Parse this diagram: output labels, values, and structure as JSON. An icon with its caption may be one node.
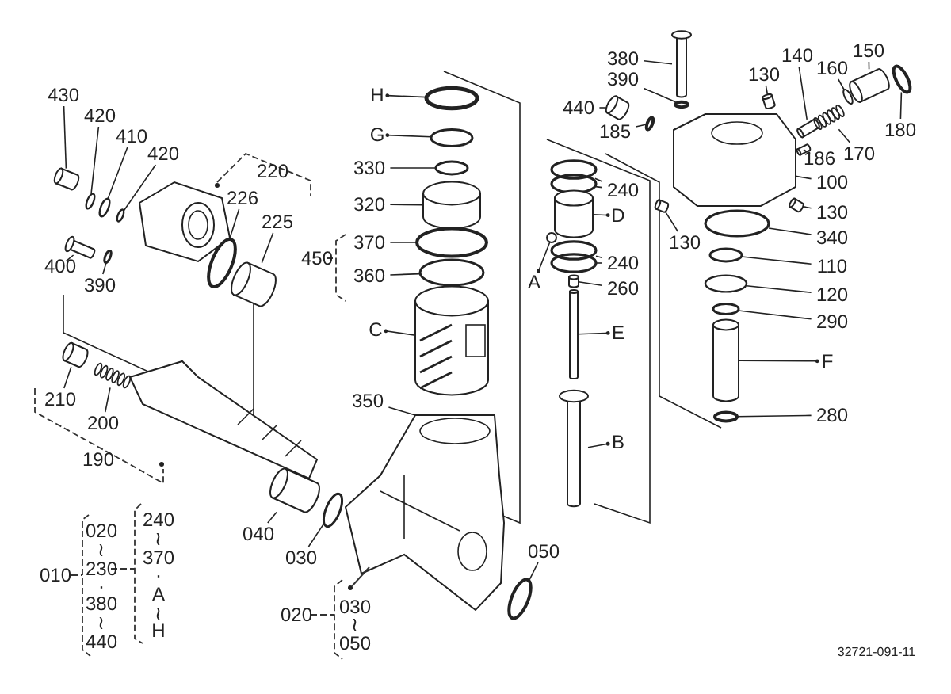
{
  "diagram": {
    "nodes": [
      {
        "text": [
          "430"
        ]
      },
      {
        "text": [
          "420"
        ]
      },
      {
        "text": [
          "410"
        ]
      },
      {
        "text": [
          "420"
        ]
      },
      {
        "text": [
          "226"
        ]
      },
      {
        "text": [
          "225"
        ]
      },
      {
        "text": [
          "400"
        ]
      },
      {
        "text": [
          "390"
        ]
      },
      {
        "text": [
          "210"
        ]
      },
      {
        "text": [
          "200"
        ]
      },
      {
        "text": [
          "H"
        ]
      },
      {
        "text": [
          "G"
        ]
      },
      {
        "text": [
          "330"
        ]
      },
      {
        "text": [
          "320"
        ]
      },
      {
        "text": [
          "370"
        ]
      },
      {
        "text": [
          "360"
        ]
      },
      {
        "text": [
          "C"
        ]
      },
      {
        "text": [
          "350"
        ]
      },
      {
        "text": [
          "040"
        ]
      },
      {
        "text": [
          "030"
        ]
      },
      {
        "text": [
          "050"
        ]
      },
      {
        "text": [
          "440"
        ]
      },
      {
        "text": [
          "185"
        ]
      },
      {
        "text": [
          "380"
        ]
      },
      {
        "text": [
          "390"
        ]
      },
      {
        "text": [
          "130"
        ]
      },
      {
        "text": [
          "140"
        ]
      },
      {
        "text": [
          "160"
        ]
      },
      {
        "text": [
          "150"
        ]
      },
      {
        "text": [
          "180"
        ]
      },
      {
        "text": [
          "186"
        ]
      },
      {
        "text": [
          "170"
        ]
      },
      {
        "text": [
          "100"
        ]
      },
      {
        "text": [
          "130"
        ]
      },
      {
        "text": [
          "130"
        ]
      },
      {
        "text": [
          "340"
        ]
      },
      {
        "text": [
          "110"
        ]
      },
      {
        "text": [
          "120"
        ]
      },
      {
        "text": [
          "290"
        ]
      },
      {
        "text": [
          "F"
        ]
      },
      {
        "text": [
          "280"
        ]
      },
      {
        "text": [
          "240"
        ]
      },
      {
        "text": [
          "D"
        ]
      },
      {
        "text": [
          "A"
        ]
      },
      {
        "text": [
          "240"
        ]
      },
      {
        "text": [
          "260"
        ]
      },
      {
        "text": [
          "E"
        ]
      },
      {
        "text": [
          "B"
        ]
      },
      {
        "text": [],
        "shape": "cylinder"
      },
      {
        "text": [],
        "shape": "ring"
      },
      {
        "text": [],
        "shape": "ring"
      },
      {
        "text": [],
        "shape": "ring"
      },
      {
        "text": [],
        "shape": "ring"
      },
      {
        "text": [],
        "shape": "cylinder"
      },
      {
        "text": [],
        "shape": "bolt"
      },
      {
        "text": [],
        "shape": "ring"
      },
      {
        "text": [],
        "shape": "cylinder"
      },
      {
        "text": [],
        "shape": "spring"
      },
      {
        "text": [],
        "shape": "ring"
      },
      {
        "text": [],
        "shape": "ring"
      },
      {
        "text": [],
        "shape": "ring"
      },
      {
        "text": [],
        "shape": "cylinder"
      },
      {
        "text": [],
        "shape": "ring"
      },
      {
        "text": [],
        "shape": "ring"
      },
      {
        "text": [],
        "shape": "piston"
      },
      {
        "text": [],
        "shape": "housing"
      },
      {
        "text": [],
        "shape": "cylinder"
      },
      {
        "text": [],
        "shape": "ring"
      },
      {
        "text": [],
        "shape": "ring"
      },
      {
        "text": [],
        "shape": "cylinder"
      },
      {
        "text": [],
        "shape": "ring"
      },
      {
        "text": [],
        "shape": "bolt"
      },
      {
        "text": [],
        "shape": "ring"
      },
      {
        "text": [],
        "shape": "cylinder"
      },
      {
        "text": [],
        "shape": "cylinder"
      },
      {
        "text": [],
        "shape": "ring"
      },
      {
        "text": [],
        "shape": "cylinder"
      },
      {
        "text": [],
        "shape": "ring"
      },
      {
        "text": [],
        "shape": "cylinder"
      },
      {
        "text": [],
        "shape": "spring"
      },
      {
        "text": [],
        "shape": "housing"
      },
      {
        "text": [],
        "shape": "cylinder"
      },
      {
        "text": [],
        "shape": "cylinder"
      },
      {
        "text": [],
        "shape": "ring"
      },
      {
        "text": [],
        "shape": "ring"
      },
      {
        "text": [],
        "shape": "ring"
      },
      {
        "text": [],
        "shape": "ring"
      },
      {
        "text": [],
        "shape": "cylinder"
      },
      {
        "text": [],
        "shape": "ring"
      },
      {
        "text": [],
        "shape": "ring"
      },
      {
        "text": [],
        "shape": "ring"
      },
      {
        "text": [],
        "shape": "cylinder"
      },
      {
        "text": [],
        "shape": "circle"
      },
      {
        "text": [],
        "shape": "ring"
      },
      {
        "text": [],
        "shape": "ring"
      },
      {
        "text": [],
        "shape": "cylinder"
      },
      {
        "text": [],
        "shape": "cylinder"
      },
      {
        "text": [],
        "shape": "bolt"
      }
    ],
    "edges": [
      {
        "from": 0,
        "to": 48,
        "arrow": "none"
      },
      {
        "from": 1,
        "to": 49,
        "arrow": "none"
      },
      {
        "from": 2,
        "to": 50,
        "arrow": "none"
      },
      {
        "from": 3,
        "to": 51,
        "arrow": "none"
      },
      {
        "from": 4,
        "to": 52,
        "arrow": "none"
      },
      {
        "from": 5,
        "to": 53,
        "arrow": "none"
      },
      {
        "from": 6,
        "to": 54,
        "arrow": "none"
      },
      {
        "from": 7,
        "to": 55,
        "arrow": "none"
      },
      {
        "from": 8,
        "to": 56,
        "arrow": "none"
      },
      {
        "from": 9,
        "to": 57,
        "arrow": "none"
      },
      {
        "from": 10,
        "to": 58,
        "arrow": "other"
      },
      {
        "from": 11,
        "to": 59,
        "arrow": "other"
      },
      {
        "from": 12,
        "to": 60,
        "arrow": "none"
      },
      {
        "from": 13,
        "to": 61,
        "arrow": "none"
      },
      {
        "from": 14,
        "to": 62,
        "arrow": "none"
      },
      {
        "from": 15,
        "to": 63,
        "arrow": "none"
      },
      {
        "from": 16,
        "to": 64,
        "arrow": "other"
      },
      {
        "from": 17,
        "to": 65,
        "arrow": "none"
      },
      {
        "from": 18,
        "to": 66,
        "arrow": "none"
      },
      {
        "from": 19,
        "to": 67,
        "arrow": "none"
      },
      {
        "from": 20,
        "to": 68,
        "arrow": "none"
      },
      {
        "from": 21,
        "to": 69,
        "arrow": "none"
      },
      {
        "from": 22,
        "to": 70,
        "arrow": "none"
      },
      {
        "from": 23,
        "to": 71,
        "arrow": "none"
      },
      {
        "from": 24,
        "to": 72,
        "arrow": "none"
      },
      {
        "from": 25,
        "to": 73,
        "arrow": "none"
      },
      {
        "from": 26,
        "to": 74,
        "arrow": "none"
      },
      {
        "from": 27,
        "to": 75,
        "arrow": "none"
      },
      {
        "from": 28,
        "to": 76,
        "arrow": "none"
      },
      {
        "from": 29,
        "to": 77,
        "arrow": "none"
      },
      {
        "from": 30,
        "to": 78,
        "arrow": "none"
      },
      {
        "from": 31,
        "to": 79,
        "arrow": "none"
      },
      {
        "from": 32,
        "to": 80,
        "arrow": "none"
      },
      {
        "from": 33,
        "to": 81,
        "arrow": "none"
      },
      {
        "from": 34,
        "to": 82,
        "arrow": "none"
      },
      {
        "from": 35,
        "to": 83,
        "arrow": "none"
      },
      {
        "from": 36,
        "to": 84,
        "arrow": "none"
      },
      {
        "from": 37,
        "to": 85,
        "arrow": "none"
      },
      {
        "from": 38,
        "to": 86,
        "arrow": "none"
      },
      {
        "from": 39,
        "to": 87,
        "arrow": "other"
      },
      {
        "from": 40,
        "to": 88,
        "arrow": "none"
      },
      {
        "from": 41,
        "to": 89,
        "arrow": "none"
      },
      {
        "from": 41,
        "to": 90,
        "arrow": "none"
      },
      {
        "from": 42,
        "to": 91,
        "arrow": "other"
      },
      {
        "from": 43,
        "to": 92,
        "arrow": "other"
      },
      {
        "from": 44,
        "to": 93,
        "arrow": "none"
      },
      {
        "from": 44,
        "to": 94,
        "arrow": "none"
      },
      {
        "from": 45,
        "to": 95,
        "arrow": "none"
      },
      {
        "from": 46,
        "to": 96,
        "arrow": "other"
      },
      {
        "from": 47,
        "to": 97,
        "arrow": "other"
      }
    ],
    "labels": [
      "220",
      "450",
      "190",
      "020",
      "030",
      "≀",
      "050",
      "010",
      "020",
      "≀",
      "230",
      "·",
      "380",
      "≀",
      "440",
      "240",
      "≀",
      "370",
      "·",
      "A",
      "≀",
      "H",
      "32721-091-11"
    ]
  }
}
